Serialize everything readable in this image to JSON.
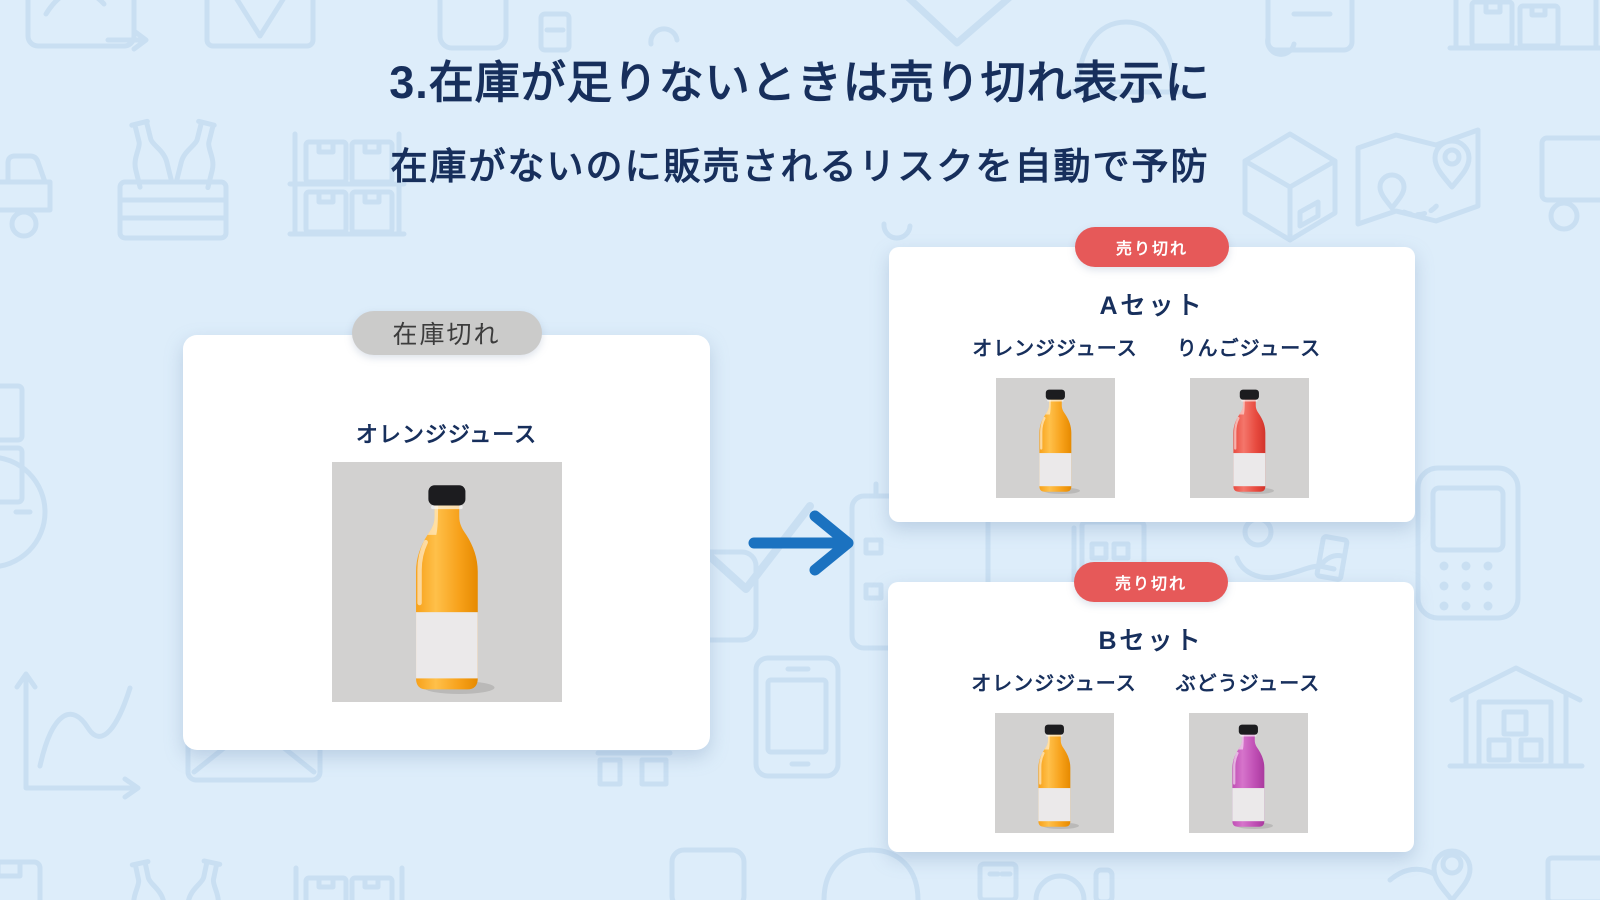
{
  "header": {
    "title": "3.在庫が足りないときは売り切れ表示に",
    "subtitle": "在庫がないのに販売されるリスクを自動で予防"
  },
  "before_card": {
    "badge": "在庫切れ",
    "product": {
      "name": "オレンジジュース",
      "juice": "orange"
    }
  },
  "after_cards": [
    {
      "badge": "売り切れ",
      "title": "Aセット",
      "products": [
        {
          "name": "オレンジジュース",
          "juice": "orange"
        },
        {
          "name": "りんごジュース",
          "juice": "apple"
        }
      ]
    },
    {
      "badge": "売り切れ",
      "title": "Bセット",
      "products": [
        {
          "name": "オレンジジュース",
          "juice": "orange"
        },
        {
          "name": "ぶどうジュース",
          "juice": "grape"
        }
      ]
    }
  ],
  "icons": {
    "arrow": "right-arrow"
  },
  "colors": {
    "background": "#ddedfa",
    "pattern_stroke": "#c9dff2",
    "heading_navy": "#172f5c",
    "card_bg": "#ffffff",
    "badge_gray_bg": "#cbcbca",
    "badge_gray_text": "#3c3c3c",
    "badge_red_bg": "#e65959",
    "badge_red_text": "#ffffff",
    "arrow_blue": "#1b72c0",
    "image_tile_bg": "#d2d1d0",
    "bottle_cap": "#1c1c1f",
    "bottle_label": "#ebe9ea",
    "juices": {
      "orange": {
        "light": "#ffc04a",
        "mid": "#f7a11a",
        "dark": "#e68a00"
      },
      "apple": {
        "light": "#f4766b",
        "mid": "#e84b40",
        "dark": "#d2342b"
      },
      "grape": {
        "light": "#d674cb",
        "mid": "#c04fb5",
        "dark": "#a93a9e"
      }
    }
  }
}
